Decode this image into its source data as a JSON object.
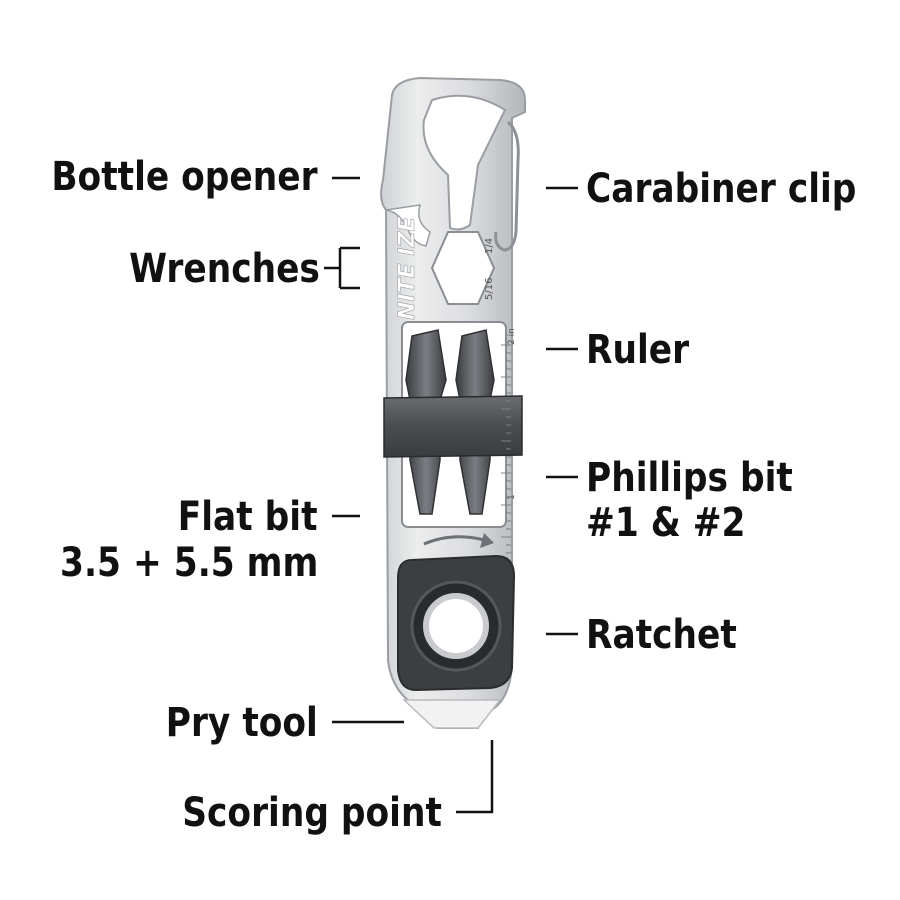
{
  "colors": {
    "text": "#111111",
    "steel_light": "#e6e7e9",
    "steel_mid": "#b9bcc0",
    "steel_dark": "#8a8e93",
    "rubber": "#3a3b3d",
    "bit": "#4a4c4f"
  },
  "tool": {
    "brand_text": "NITE IZE",
    "wrench_marks": [
      "1/4",
      "5/16"
    ],
    "ruler_mark": "2 in",
    "ruler_digits": [
      "1"
    ]
  },
  "labels": {
    "bottle_opener": "Bottle opener",
    "wrenches": "Wrenches",
    "flat_bit_line1": "Flat bit",
    "flat_bit_line2": "3.5 + 5.5 mm",
    "pry_tool": "Pry tool",
    "scoring_point": "Scoring point",
    "carabiner_clip": "Carabiner clip",
    "ruler": "Ruler",
    "phillips_bit_line1": "Phillips bit",
    "phillips_bit_line2": "#1 & #2",
    "ratchet": "Ratchet"
  }
}
